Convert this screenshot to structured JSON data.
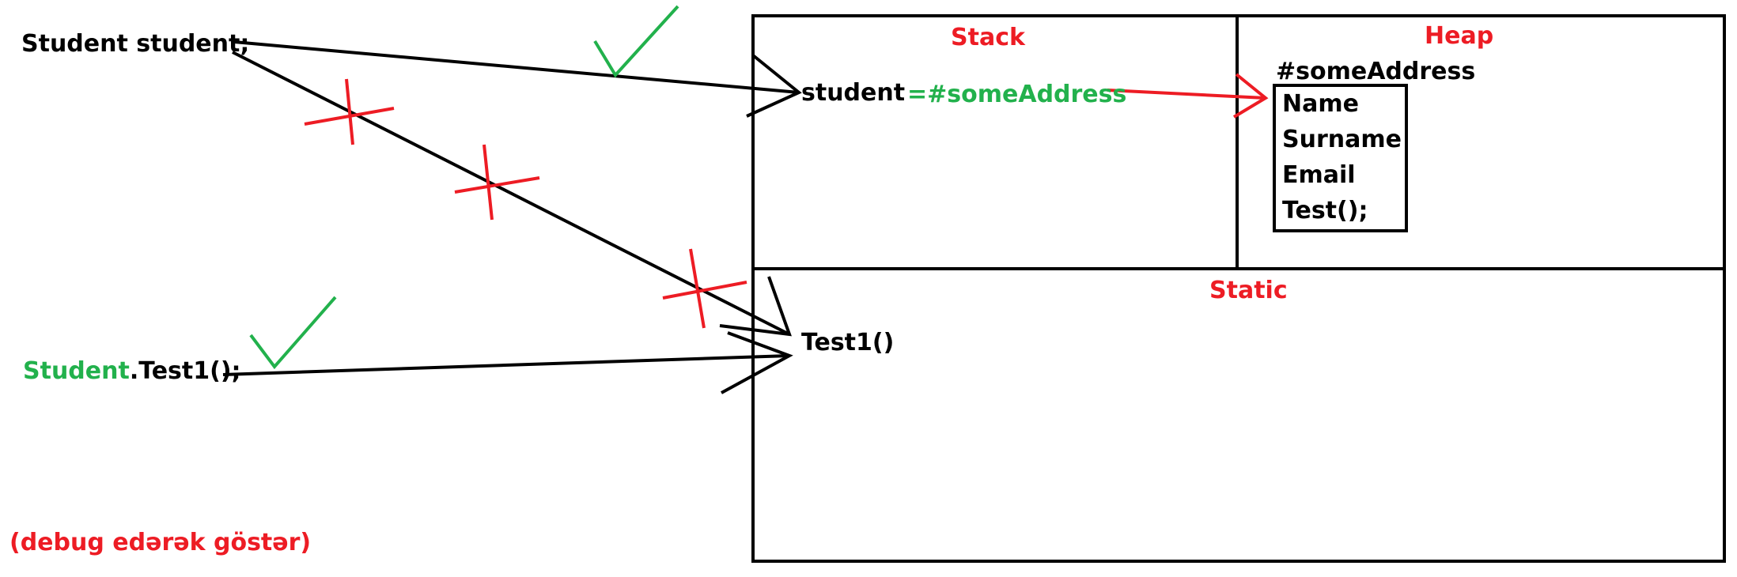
{
  "colors": {
    "ink": "#000000",
    "red": "#ed1c24",
    "green": "#22b14c",
    "background": "#ffffff"
  },
  "left": {
    "declaration": "Student student;",
    "static_call_class": "Student",
    "static_call_rest": ".Test1();",
    "note": "(debug edərək göstər)"
  },
  "regions": {
    "stack": "Stack",
    "heap": "Heap",
    "static": "Static"
  },
  "stack": {
    "var_name": "student",
    "var_value": "=#someAddress"
  },
  "heap": {
    "address": "#someAddress",
    "fields": [
      "Name",
      "Surname",
      "Email",
      "Test();"
    ]
  },
  "static_area": {
    "method": "Test1()"
  },
  "marks": {
    "check": "check-mark",
    "cross": "cross-mark"
  }
}
